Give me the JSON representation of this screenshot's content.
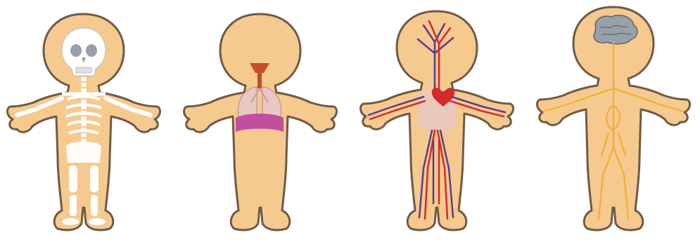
{
  "figures": [
    {
      "system": "skeletal",
      "icon": "skeleton-icon"
    },
    {
      "system": "respiratory",
      "icon": "lungs-icon"
    },
    {
      "system": "circulatory",
      "icon": "heart-vessels-icon"
    },
    {
      "system": "nervous",
      "icon": "brain-nerves-icon"
    }
  ],
  "colors": {
    "skin": "#f6c98f",
    "outline": "#6e5a45",
    "bone": "#ffffff",
    "lungs": "#e8c8c4",
    "diaphragm": "#c14fa0",
    "throat": "#c0502c",
    "artery": "#d42a2a",
    "vein": "#5b3d8c",
    "nerve": "#f0b030",
    "brain": "#9aa0a8"
  }
}
